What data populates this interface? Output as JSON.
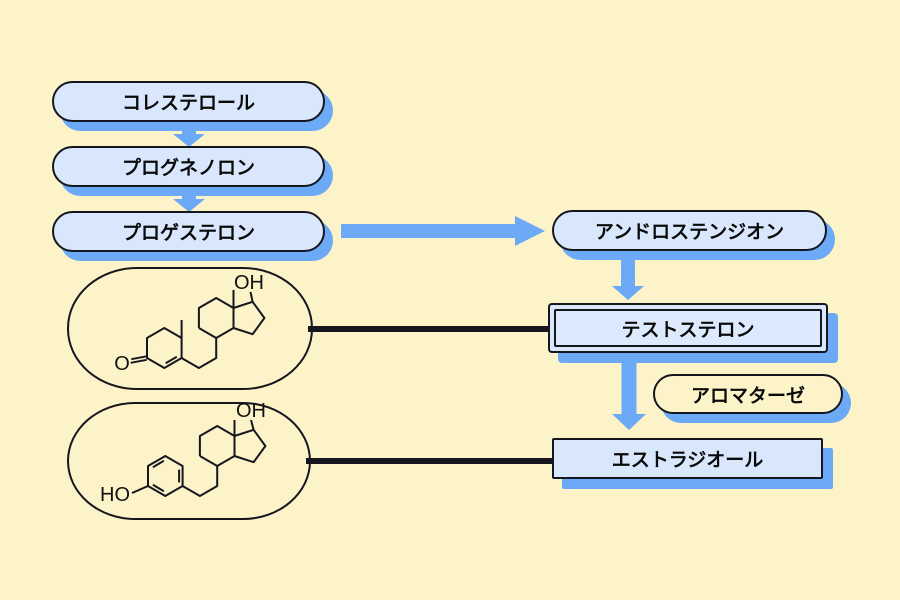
{
  "colors": {
    "bg": "#fdf3c8",
    "accent": "#6ca9f7",
    "boxfill": "#d8e7fc",
    "boxfill-inner": "#ddeafd",
    "border": "#16161f"
  },
  "nodes": {
    "cholesterol": {
      "label": "コレステロール"
    },
    "pregnenolone": {
      "label": "プログネノロン"
    },
    "progesterone": {
      "label": "プロゲステロン"
    },
    "androstenedione": {
      "label": "アンドロステンジオン"
    },
    "testosterone": {
      "label": "テストステロン"
    },
    "aromatase": {
      "label": "アロマターゼ"
    },
    "estradiol": {
      "label": "エストラジオール"
    }
  },
  "structures": {
    "testosterone": {
      "hydroxyl": "OH",
      "ketone": "O"
    },
    "estradiol": {
      "hydroxyl": "OH",
      "phenol": "HO"
    }
  },
  "flow": [
    {
      "from": "コレステロール",
      "to": "プログネノロン"
    },
    {
      "from": "プログネノロン",
      "to": "プロゲステロン"
    },
    {
      "from": "プロゲステロン",
      "to": "アンドロステンジオン"
    },
    {
      "from": "アンドロステンジオン",
      "to": "テストステロン"
    },
    {
      "from": "テストステロン",
      "to": "エストラジオール",
      "enzyme": "アロマターゼ"
    }
  ]
}
